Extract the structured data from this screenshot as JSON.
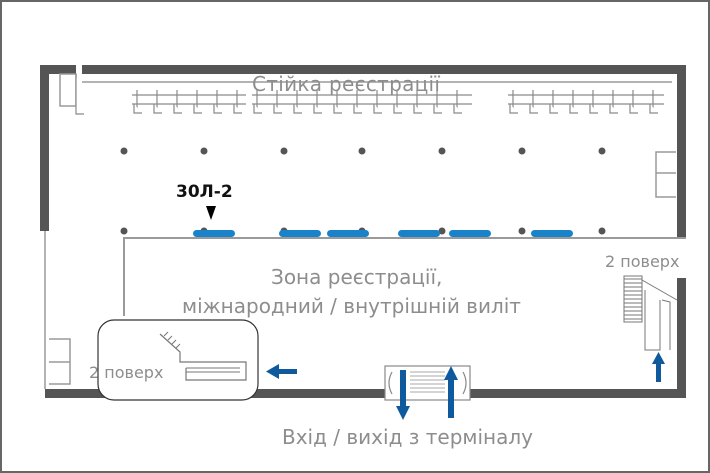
{
  "labels": {
    "checkin_desk": "Стійка реєстрації",
    "gate": "30Л-2",
    "zone_line1": "Зона реєстрації,",
    "zone_line2": "міжнародний / внутрішній виліт",
    "floor_right": "2 поверх",
    "floor_left": "2 поверх",
    "entrance": "Вхід / вихід з терміналу"
  },
  "colors": {
    "wall": "#555555",
    "line": "#9a9a9a",
    "accent_blue": "#1a82c8",
    "arrow_blue": "#0f5a9c",
    "text_gray": "#8d8d8d"
  },
  "icons": {
    "gate_marker": "triangle-down-icon",
    "direction_arrows": "arrow-icon",
    "stairs": "stairs-icon"
  }
}
